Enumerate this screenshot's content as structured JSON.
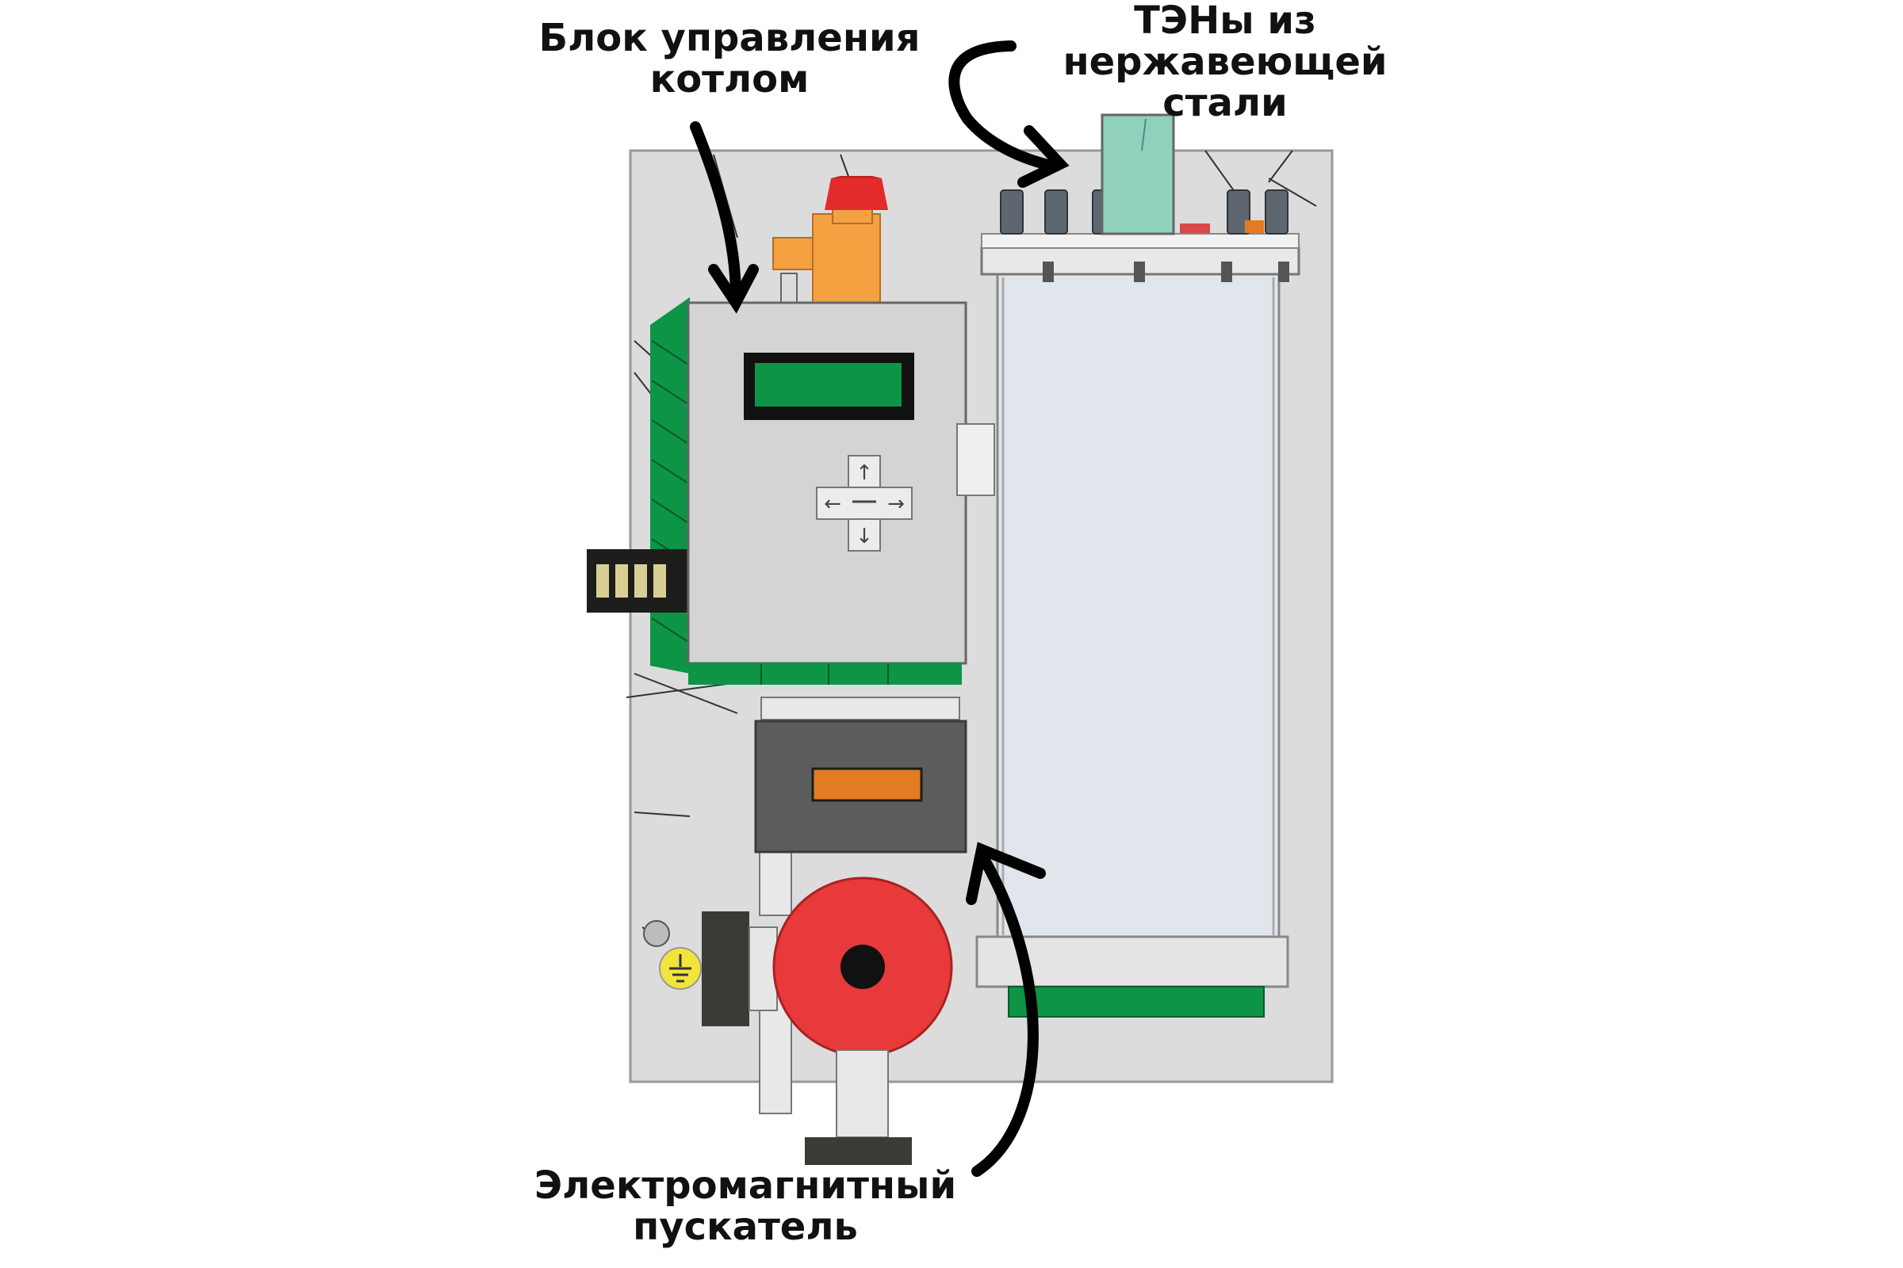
{
  "labels": {
    "control_unit": {
      "line1": "Блок управления",
      "line2": "котлом"
    },
    "heaters": {
      "line1": "ТЭНы из",
      "line2": "нержавеющей",
      "line3": "стали"
    },
    "contactor": {
      "line1": "Электромагнитный",
      "line2": "пускатель"
    }
  },
  "colors": {
    "panel": "#dcdcdc",
    "tank": "#e0e6ec",
    "green": "#0e9447",
    "orange": "#f4a142",
    "red": "#e83a3a",
    "dark": "#3a3a36",
    "yellow": "#f2e43a",
    "teal": "#8fd1bd"
  },
  "icons": [
    "arrow-up-icon",
    "arrow-down-icon",
    "arrow-left-icon",
    "arrow-right-icon",
    "ground-symbol-icon"
  ]
}
